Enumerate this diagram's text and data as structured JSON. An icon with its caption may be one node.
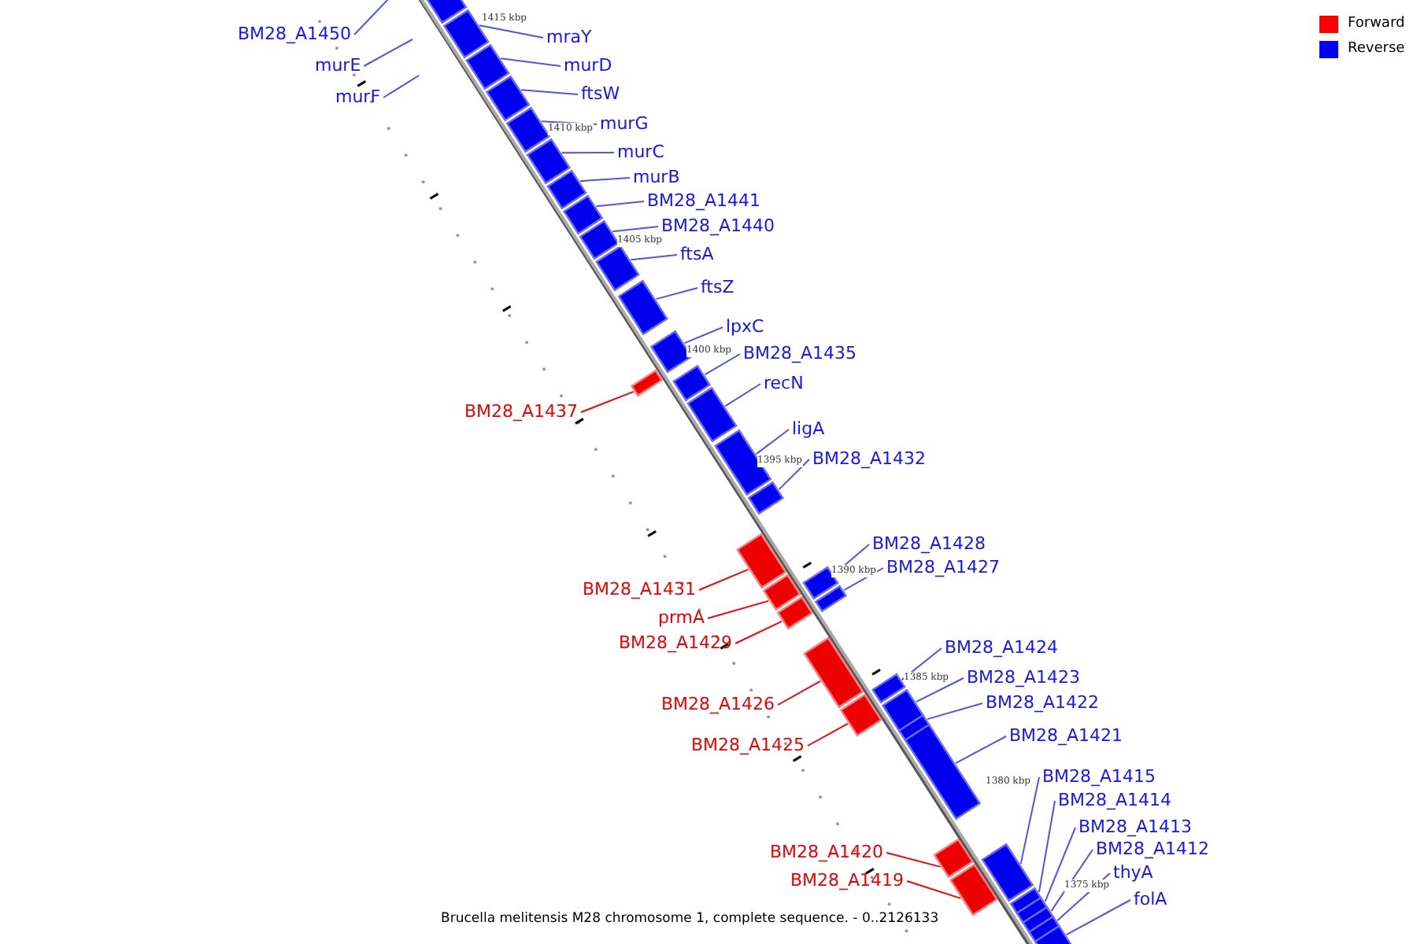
{
  "diagram": {
    "caption": "Brucella melitensis M28 chromosome 1, complete sequence. - 0..2126133",
    "nodes": [
      {
        "text": [
          "BM28_A1450"
        ]
      },
      {
        "text": [
          "murE"
        ]
      },
      {
        "text": [
          "murF"
        ]
      },
      {
        "text": [
          "mraY"
        ]
      },
      {
        "text": [
          "murD"
        ]
      },
      {
        "text": [
          "ftsW"
        ]
      },
      {
        "text": [
          "murG"
        ]
      },
      {
        "text": [
          "murC"
        ]
      },
      {
        "text": [
          "murB"
        ]
      },
      {
        "text": [
          "BM28_A1441"
        ]
      },
      {
        "text": [
          "BM28_A1440"
        ]
      },
      {
        "text": [
          "ftsA"
        ]
      },
      {
        "text": [
          "ftsZ"
        ]
      },
      {
        "text": [
          "lpxC"
        ]
      },
      {
        "text": [
          "BM28_A1435"
        ]
      },
      {
        "text": [
          "recN"
        ]
      },
      {
        "text": [
          "BM28_A1437"
        ]
      },
      {
        "text": [
          "ligA"
        ]
      },
      {
        "text": [
          "BM28_A1432"
        ]
      },
      {
        "text": [
          "BM28_A1428"
        ]
      },
      {
        "text": [
          "BM28_A1427"
        ]
      },
      {
        "text": [
          "BM28_A1431"
        ]
      },
      {
        "text": [
          "prmA"
        ]
      },
      {
        "text": [
          "BM28_A1429"
        ]
      },
      {
        "text": [
          "BM28_A1426"
        ]
      },
      {
        "text": [
          "BM28_A1425"
        ]
      },
      {
        "text": [
          "BM28_A1424"
        ]
      },
      {
        "text": [
          "BM28_A1423"
        ]
      },
      {
        "text": [
          "BM28_A1422"
        ]
      },
      {
        "text": [
          "BM28_A1421"
        ]
      },
      {
        "text": [
          "BM28_A1415"
        ]
      },
      {
        "text": [
          "BM28_A1414"
        ]
      },
      {
        "text": [
          "BM28_A1413"
        ]
      },
      {
        "text": [
          "BM28_A1412"
        ]
      },
      {
        "text": [
          "thyA"
        ]
      },
      {
        "text": [
          "folA"
        ]
      },
      {
        "text": [
          "BM28_A1420"
        ]
      },
      {
        "text": [
          "BM28_A1419"
        ]
      },
      {
        "text": [],
        "shape": "bar"
      },
      {
        "text": [],
        "shape": "bar"
      },
      {
        "text": [],
        "shape": "bar"
      },
      {
        "text": [],
        "shape": "bar"
      },
      {
        "text": [],
        "shape": "bar"
      },
      {
        "text": [],
        "shape": "bar"
      },
      {
        "text": [],
        "shape": "bar"
      },
      {
        "text": [],
        "shape": "bar"
      },
      {
        "text": [],
        "shape": "bar"
      },
      {
        "text": [],
        "shape": "bar"
      },
      {
        "text": [],
        "shape": "bar"
      },
      {
        "text": [],
        "shape": "bar"
      },
      {
        "text": [],
        "shape": "bar"
      },
      {
        "text": [],
        "shape": "bar"
      },
      {
        "text": [],
        "shape": "bar"
      },
      {
        "text": [],
        "shape": "bar"
      },
      {
        "text": [],
        "shape": "bar"
      },
      {
        "text": [],
        "shape": "bar"
      },
      {
        "text": [],
        "shape": "bar"
      },
      {
        "text": [],
        "shape": "bar"
      },
      {
        "text": [],
        "shape": "bar"
      },
      {
        "text": [],
        "shape": "bar"
      },
      {
        "text": [],
        "shape": "bar"
      },
      {
        "text": [],
        "shape": "bar"
      },
      {
        "text": [],
        "shape": "bar"
      },
      {
        "text": [],
        "shape": "bar"
      },
      {
        "text": [],
        "shape": "bar"
      },
      {
        "text": [],
        "shape": "bar"
      },
      {
        "text": [],
        "shape": "bar"
      },
      {
        "text": [],
        "shape": "bar"
      },
      {
        "text": [],
        "shape": "bar"
      },
      {
        "text": [],
        "shape": "bar"
      },
      {
        "text": [],
        "shape": "bar"
      },
      {
        "text": [],
        "shape": "bar"
      },
      {
        "text": [],
        "shape": "bar"
      },
      {
        "text": [],
        "shape": "bar"
      }
    ],
    "edges": [
      {
        "from": 0,
        "to": null,
        "arrow": "none"
      },
      {
        "from": 1,
        "to": null,
        "arrow": "none"
      },
      {
        "from": 2,
        "to": null,
        "arrow": "none"
      },
      {
        "from": 3,
        "to": 39,
        "arrow": "none"
      },
      {
        "from": 4,
        "to": 40,
        "arrow": "none"
      },
      {
        "from": 5,
        "to": 41,
        "arrow": "none"
      },
      {
        "from": 6,
        "to": 42,
        "arrow": "none"
      },
      {
        "from": 7,
        "to": 43,
        "arrow": "none"
      },
      {
        "from": 8,
        "to": 44,
        "arrow": "none"
      },
      {
        "from": 9,
        "to": 45,
        "arrow": "none"
      },
      {
        "from": 10,
        "to": 46,
        "arrow": "none"
      },
      {
        "from": 11,
        "to": 47,
        "arrow": "none"
      },
      {
        "from": 12,
        "to": 48,
        "arrow": "none"
      },
      {
        "from": 13,
        "to": 49,
        "arrow": "none"
      },
      {
        "from": 14,
        "to": 51,
        "arrow": "none"
      },
      {
        "from": 15,
        "to": 52,
        "arrow": "none"
      },
      {
        "from": 16,
        "to": 50,
        "arrow": "none",
        "color": "#ff0000"
      },
      {
        "from": 17,
        "to": 53,
        "arrow": "none"
      },
      {
        "from": 18,
        "to": 54,
        "arrow": "none"
      },
      {
        "from": 19,
        "to": 57,
        "arrow": "none"
      },
      {
        "from": 20,
        "to": 59,
        "arrow": "none"
      },
      {
        "from": 21,
        "to": 55,
        "arrow": "none",
        "color": "#ff0000"
      },
      {
        "from": 22,
        "to": 56,
        "arrow": "none",
        "color": "#ff0000"
      },
      {
        "from": 23,
        "to": 58,
        "arrow": "none",
        "color": "#ff0000"
      },
      {
        "from": 24,
        "to": 60,
        "arrow": "none",
        "color": "#ff0000"
      },
      {
        "from": 25,
        "to": 61,
        "arrow": "none",
        "color": "#ff0000"
      },
      {
        "from": 26,
        "to": 62,
        "arrow": "none"
      },
      {
        "from": 27,
        "to": 63,
        "arrow": "none"
      },
      {
        "from": 28,
        "to": 64,
        "arrow": "none"
      },
      {
        "from": 29,
        "to": 65,
        "arrow": "none"
      },
      {
        "from": 30,
        "to": 68,
        "arrow": "none"
      },
      {
        "from": 31,
        "to": 69,
        "arrow": "none"
      },
      {
        "from": 32,
        "to": 70,
        "arrow": "none"
      },
      {
        "from": 33,
        "to": 71,
        "arrow": "none"
      },
      {
        "from": 34,
        "to": 72,
        "arrow": "none"
      },
      {
        "from": 35,
        "to": 73,
        "arrow": "none"
      },
      {
        "from": 36,
        "to": 66,
        "arrow": "none",
        "color": "#ff0000"
      },
      {
        "from": 37,
        "to": 67,
        "arrow": "none",
        "color": "#ff0000"
      }
    ],
    "labels": [
      "1415 kbp",
      "1410 kbp",
      "1405 kbp",
      "1400 kbp",
      "1395 kbp",
      "1390 kbp",
      "1385 kbp",
      "1380 kbp",
      "1375 kbp"
    ],
    "legend": [
      {
        "text": "Forward",
        "color": "#ff0000"
      },
      {
        "text": "Reverse",
        "color": "#0000ff"
      }
    ]
  }
}
